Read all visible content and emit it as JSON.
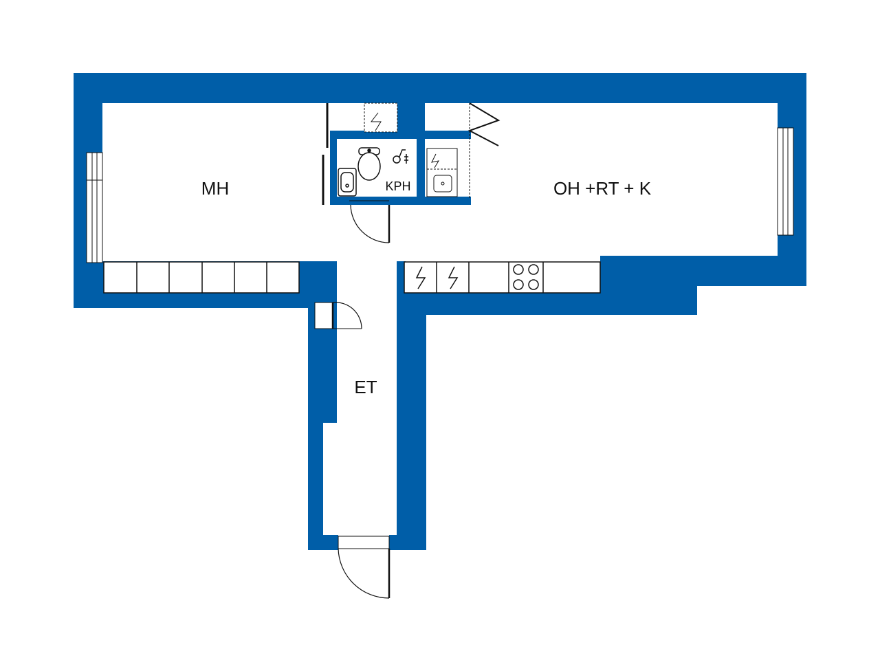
{
  "floorplan": {
    "colors": {
      "wall": "#005ea8",
      "floor": "#ffffff",
      "line": "#111111"
    },
    "rooms": {
      "bedroom": "MH",
      "bathroom": "KPH",
      "living_kitchen": "OH +RT + K",
      "entrance": "ET"
    },
    "icons": [
      "wardrobe-icon",
      "toilet-icon",
      "shower-icon",
      "washbasin-icon",
      "washing-machine-icon",
      "stove-icon",
      "fridge-icon",
      "sink-icon",
      "door-swing-icon",
      "window-icon"
    ]
  }
}
